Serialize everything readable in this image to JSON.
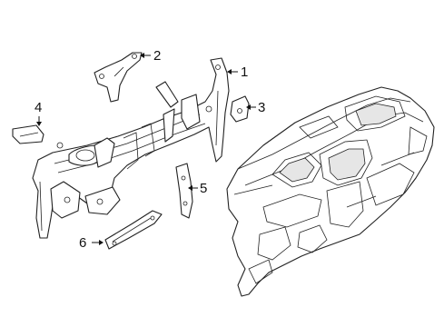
{
  "callouts": [
    {
      "number": "1"
    },
    {
      "number": "2"
    },
    {
      "number": "3"
    },
    {
      "number": "4"
    },
    {
      "number": "5"
    },
    {
      "number": "6"
    }
  ],
  "colors": {
    "line": "#222222",
    "background": "#ffffff"
  }
}
